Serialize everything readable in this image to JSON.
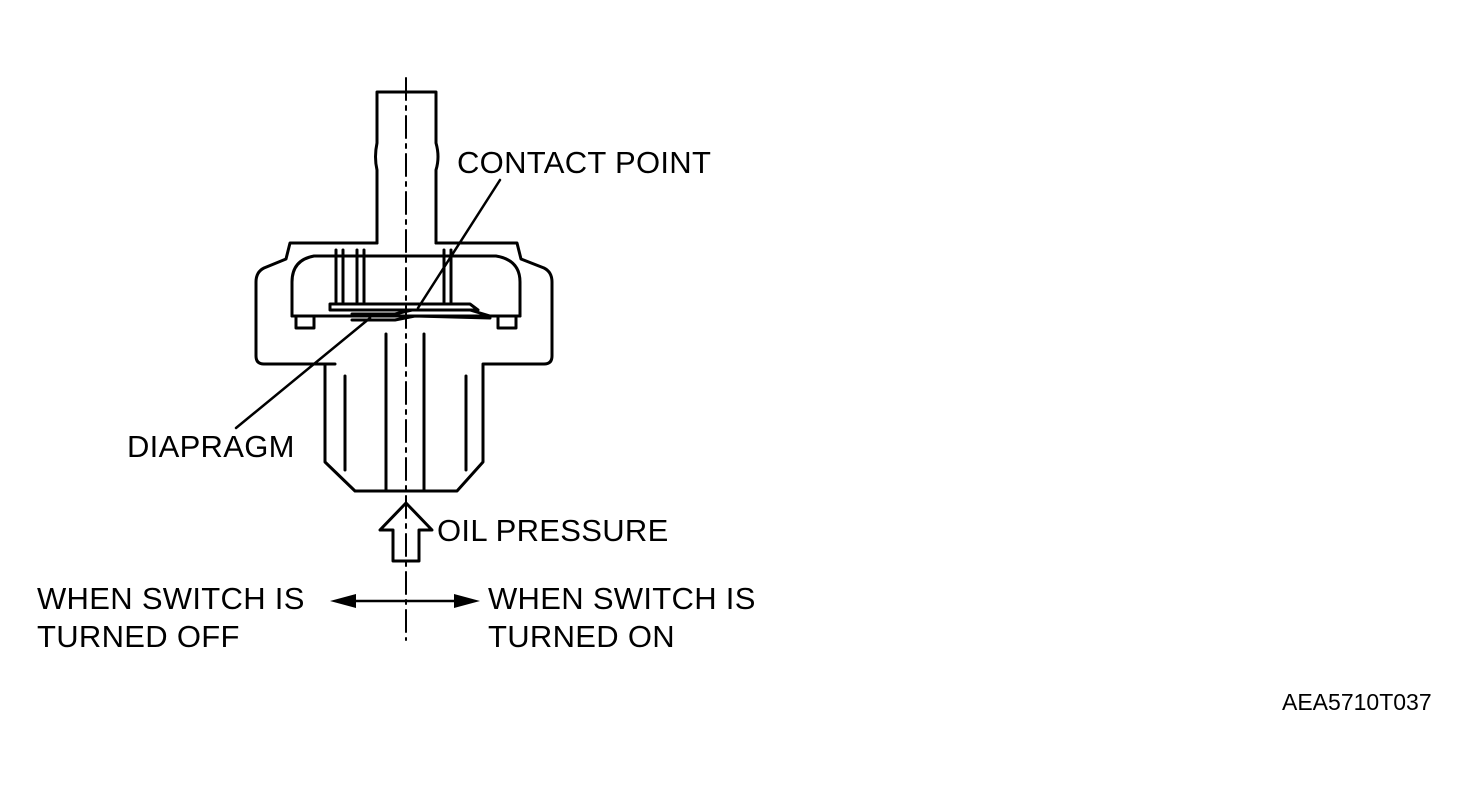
{
  "labels": {
    "contact_point": "CONTACT POINT",
    "diaphragm": "DIAPRAGM",
    "oil_pressure": "OIL PRESSURE",
    "switch_off_line1": "WHEN SWITCH IS",
    "switch_off_line2": "TURNED OFF",
    "switch_on_line1": "WHEN SWITCH IS",
    "switch_on_line2": "TURNED ON"
  },
  "figure_code": "AEA5710T037",
  "colors": {
    "ink": "#000000",
    "paper": "#ffffff"
  }
}
